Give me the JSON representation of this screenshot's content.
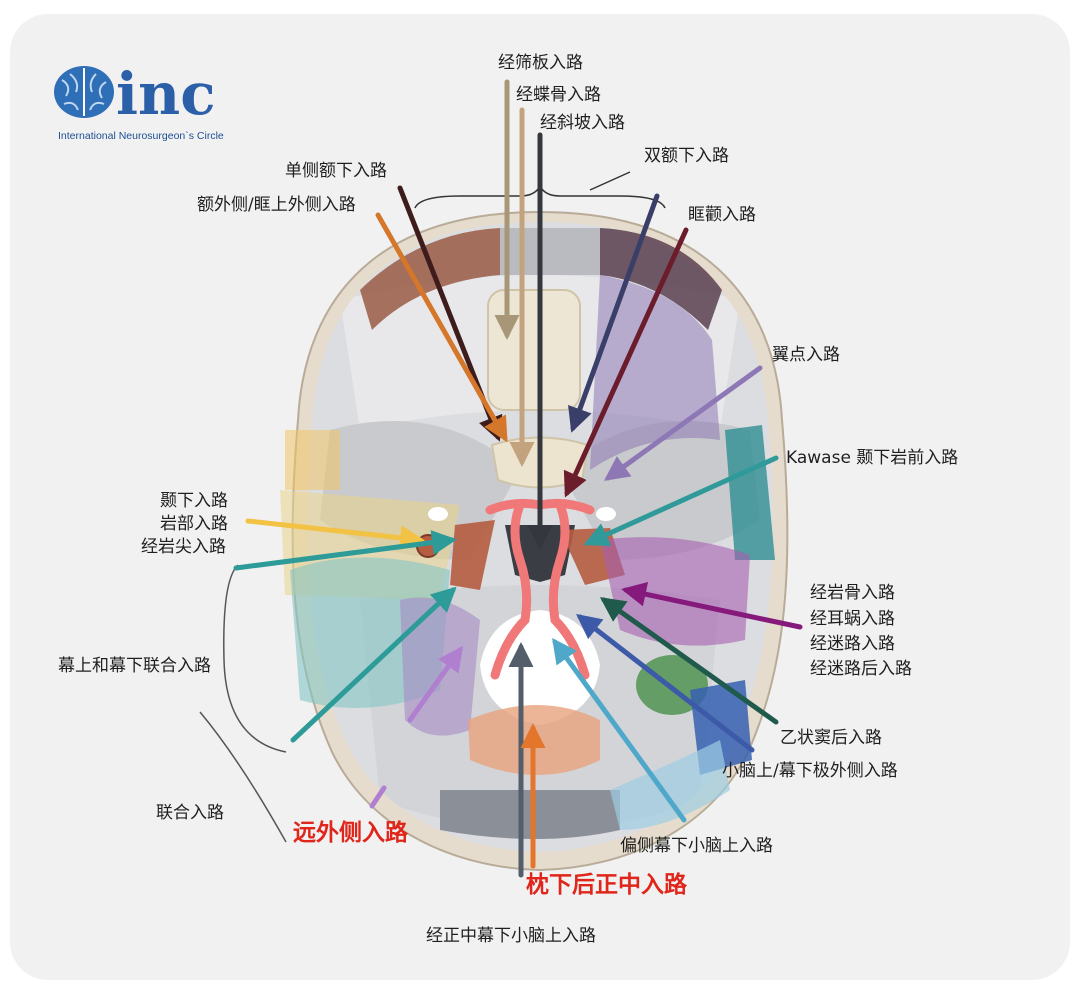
{
  "logo": {
    "wordmark": "inc",
    "subtitle": "International  Neurosurgeon`s  Circle"
  },
  "labels": {
    "cribriform": "经筛板入路",
    "sphenoid": "经蝶骨入路",
    "clivus": "经斜坡入路",
    "unilateral_subfrontal": "单侧额下入路",
    "extra_lateral_supraorbital": "额外侧/眶上外侧入路",
    "bifrontal": "双额下入路",
    "orbitozygomatic": "眶颧入路",
    "pterional": "翼点入路",
    "kawase": "Kawase 颞下岩前入路",
    "subtemporal": "颞下入路",
    "petrosal": "岩部入路",
    "petrous_apex": "经岩尖入路",
    "translabyrinth": "经岩骨入路",
    "transcochlear": "经耳蜗入路",
    "labyrinthine": "经迷路入路",
    "retrolabyrinthine": "经迷路后入路",
    "combined_supra_infra": "幕上和幕下联合入路",
    "retrosigmoid": "乙状窦后入路",
    "supracerebellar_extreme_lateral": "小脑上/幕下极外侧入路",
    "combined": "联合入路",
    "paramedian_supracerebellar": "偏侧幕下小脑上入路",
    "far_lateral": "远外侧入路",
    "suboccipital_midline": "枕下后正中入路",
    "median_supracerebellar": "经正中幕下小脑上入路"
  },
  "colors": {
    "logo_blue": "#2b5fa8",
    "highlight_red": "#e0251b"
  }
}
